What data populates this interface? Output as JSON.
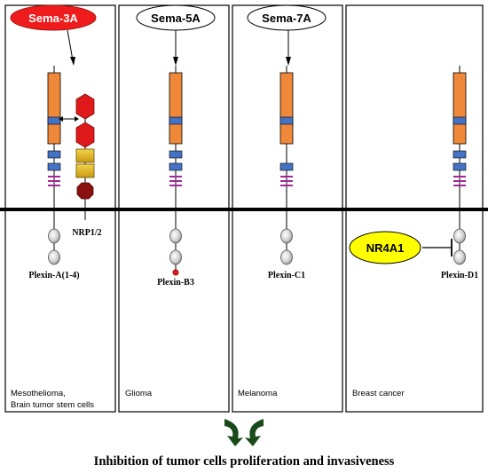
{
  "panels": [
    {
      "ligand": "Sema-3A",
      "ligand_fill": "#ee1c1c",
      "ligand_text_color": "#ffffff",
      "receptor": "Plexin-A(1-4)",
      "coreceptor": "NRP1/2",
      "cancer": [
        "Mesothelioma,",
        "Brain tumor stem cells"
      ]
    },
    {
      "ligand": "Sema-5A",
      "ligand_fill": "#ffffff",
      "ligand_text_color": "#000000",
      "receptor": "Plexin-B3",
      "cancer": [
        "Glioma"
      ]
    },
    {
      "ligand": "Sema-7A",
      "ligand_fill": "#ffffff",
      "ligand_text_color": "#000000",
      "receptor": "Plexin-C1",
      "cancer": [
        "Melanoma"
      ]
    },
    {
      "ligand": "",
      "receptor": "Plexin-D1",
      "inhibitor": "NR4A1",
      "inhibitor_fill": "#ffff00",
      "cancer": [
        "Breast cancer"
      ]
    }
  ],
  "footer": "Inhibition of tumor cells proliferation and invasiveness",
  "colors": {
    "plexin_body": "#f0883a",
    "plexin_band": "#4472c4",
    "psi_stripe": "#a0289a",
    "nrp_hex": "#e01a1a",
    "nrp_square": "#e8b820",
    "nrp_octagon": "#8b1010",
    "footer_arrow": "#1a4a1a"
  },
  "icons": [
    "double-headed-arrow-icon",
    "inhibition-bar-icon",
    "converging-arrows-icon"
  ]
}
